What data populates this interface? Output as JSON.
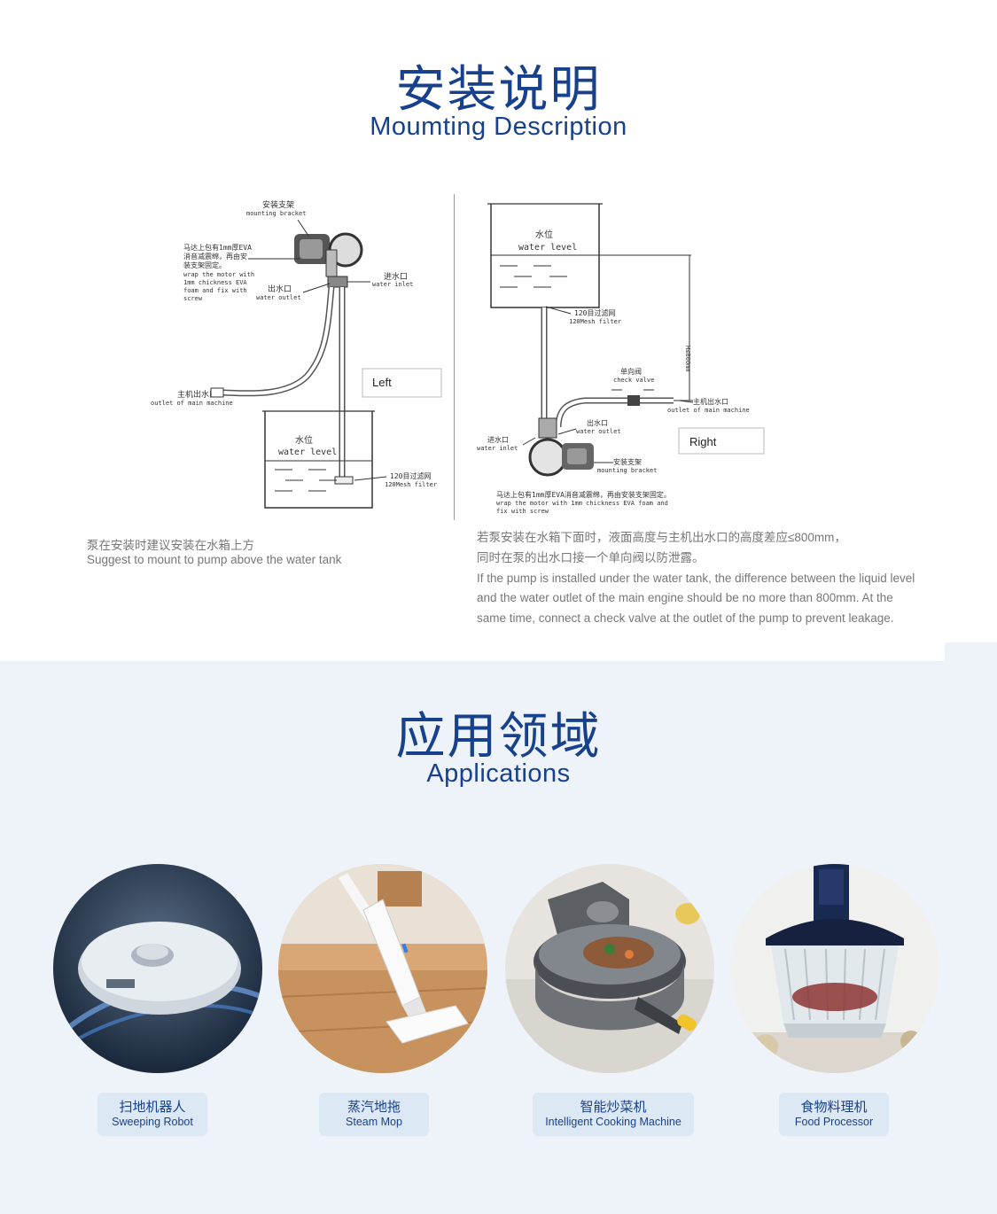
{
  "mounting": {
    "title_cn": "安装说明",
    "title_en": "Moumting Description",
    "left_diagram": {
      "bracket_cn": "安装支架",
      "bracket_en": "mounting bracket",
      "wrap_cn_1": "马达上包有1mm厚EVA",
      "wrap_cn_2": "消音减震绵，再由安",
      "wrap_cn_3": "装支架固定。",
      "wrap_en_1": "wrap the motor with",
      "wrap_en_2": "1mm chickness EVA",
      "wrap_en_3": "foam and fix with",
      "wrap_en_4": "screw",
      "inlet_cn": "进水口",
      "inlet_en": "water inlet",
      "outlet_cn": "出水口",
      "outlet_en": "water outlet",
      "main_outlet_cn": "主机出水口",
      "main_outlet_en": "outlet of main machine",
      "level_cn": "水位",
      "level_en": "water level",
      "filter_cn": "120目过滤网",
      "filter_en": "120Mesh filter",
      "box_label": "Left"
    },
    "right_diagram": {
      "level_cn": "水位",
      "level_en": "water level",
      "filter_cn": "120目过滤网",
      "filter_en": "120Mesh filter",
      "height": "H≤800mm",
      "check_cn": "单向阀",
      "check_en": "check valve",
      "main_outlet_cn": "主机出水口",
      "main_outlet_en": "outlet of main machine",
      "outlet_cn": "出水口",
      "outlet_en": "water outlet",
      "inlet_cn": "进水口",
      "inlet_en": "water inlet",
      "bracket_cn": "安装支架",
      "bracket_en": "mounting bracket",
      "wrap_cn": "马达上包有1mm厚EVA消音减震绵，再由安装支架固定。",
      "wrap_en_1": "wrap the motor with 1mm chickness EVA foam and",
      "wrap_en_2": "fix with screw",
      "box_label": "Right"
    },
    "left_note_cn": "泵在安装时建议安装在水箱上方",
    "left_note_en": "Suggest to mount to pump above the water tank",
    "right_note_cn_1": "若泵安装在水箱下面时，液面高度与主机出水口的高度差应≤800mm，",
    "right_note_cn_2": "同时在泵的出水口接一个单向阀以防泄露。",
    "right_note_en": "If the pump is installed under the water tank, the difference between the liquid level and the water outlet of the main engine should be no more than 800mm. At the same time, connect a check valve at the outlet of the pump to prevent leakage."
  },
  "applications": {
    "title_cn": "应用领域",
    "title_en": "Applications",
    "items": [
      {
        "cn": "扫地机器人",
        "en": "Sweeping Robot",
        "icon": "robot-vacuum-photo"
      },
      {
        "cn": "蒸汽地拖",
        "en": "Steam Mop",
        "icon": "steam-mop-photo"
      },
      {
        "cn": "智能炒菜机",
        "en": "Intelligent Cooking Machine",
        "icon": "cooking-machine-photo"
      },
      {
        "cn": "食物料理机",
        "en": "Food Processor",
        "icon": "food-processor-photo"
      }
    ]
  },
  "colors": {
    "accent": "#17418d",
    "label_bg": "#dde8f5",
    "page_bg": "#eef3f9"
  }
}
